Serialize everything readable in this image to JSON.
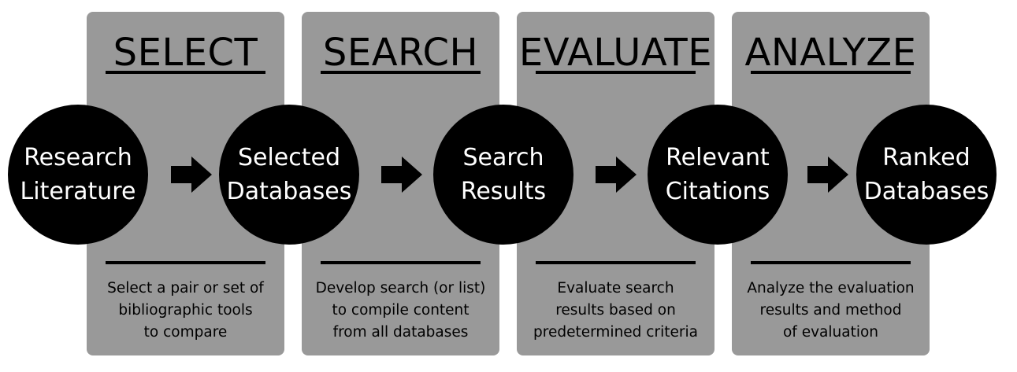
{
  "phases": [
    {
      "title": "SELECT",
      "description": "Select a pair or set of\nbibliographic tools\nto compare"
    },
    {
      "title": "SEARCH",
      "description": "Develop search (or list)\nto compile content\nfrom all databases"
    },
    {
      "title": "EVALUATE",
      "description": "Evaluate search\nresults based on\npredetermined criteria"
    },
    {
      "title": "ANALYZE",
      "description": "Analyze the evaluation\nresults and method\nof evaluation"
    }
  ],
  "nodes": [
    {
      "label": "Research\nLiterature"
    },
    {
      "label": "Selected\nDatabases"
    },
    {
      "label": "Search\nResults"
    },
    {
      "label": "Relevant\nCitations"
    },
    {
      "label": "Ranked\nDatabases"
    }
  ],
  "colors": {
    "panel": "#999999",
    "node": "#000000",
    "node_text": "#ffffff",
    "arrow": "#000000"
  }
}
